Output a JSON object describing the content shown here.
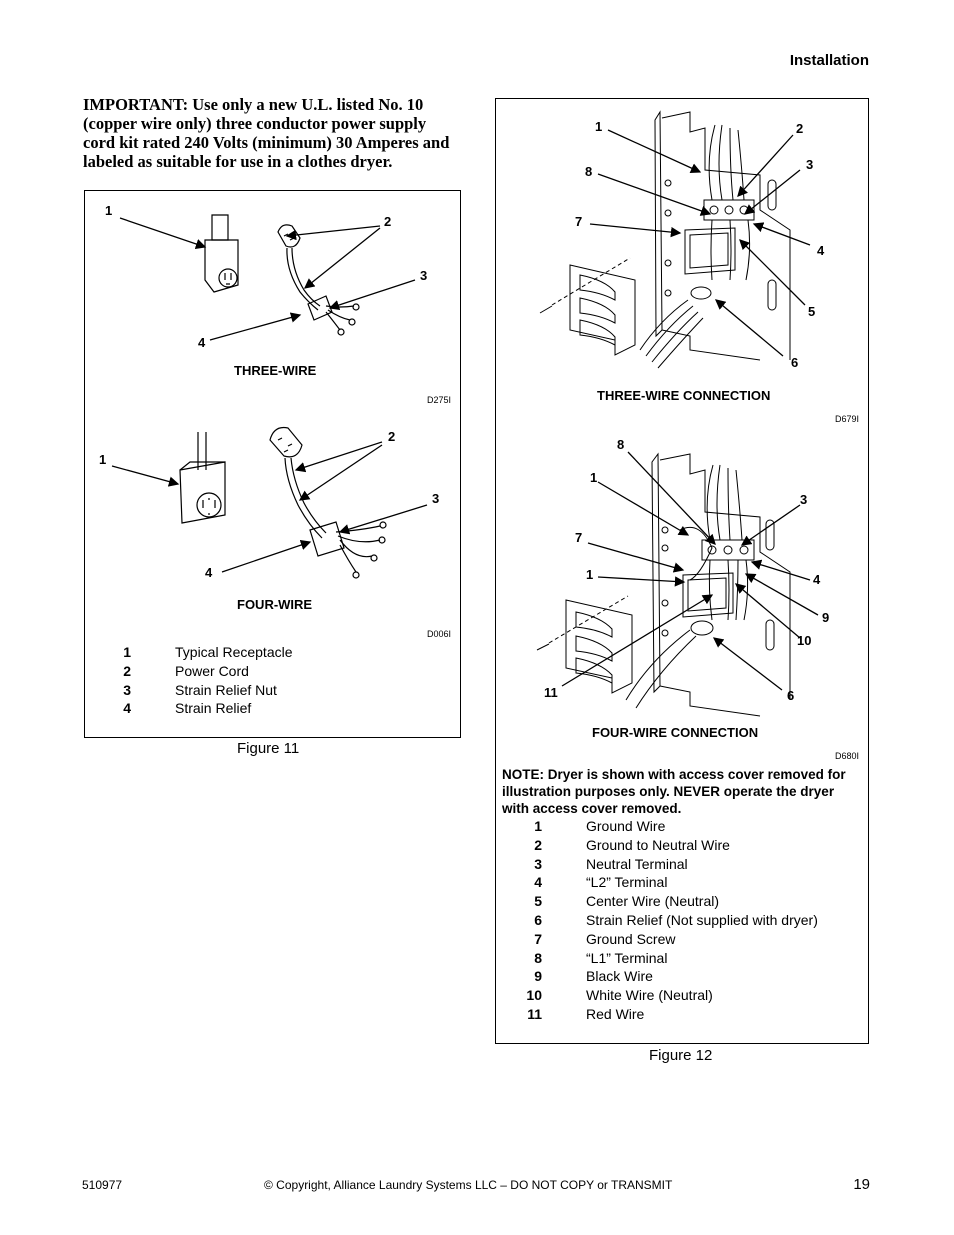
{
  "header": {
    "section": "Installation"
  },
  "important": "IMPORTANT: Use only a new U.L. listed No. 10 (copper wire only) three conductor power supply cord kit rated 240 Volts (minimum) 30 Amperes and labeled as suitable for use in a clothes dryer.",
  "figure11": {
    "three_wire": {
      "caption": "THREE-WIRE",
      "code": "D275I",
      "callouts": [
        "1",
        "2",
        "3",
        "4"
      ]
    },
    "four_wire": {
      "caption": "FOUR-WIRE",
      "code": "D006I",
      "callouts": [
        "1",
        "2",
        "3",
        "4"
      ]
    },
    "legend": [
      {
        "num": "1",
        "text": "Typical Receptacle"
      },
      {
        "num": "2",
        "text": "Power Cord"
      },
      {
        "num": "3",
        "text": "Strain Relief Nut"
      },
      {
        "num": "4",
        "text": "Strain Relief"
      }
    ],
    "caption": "Figure 11"
  },
  "figure12": {
    "three_wire": {
      "caption": "THREE-WIRE CONNECTION",
      "code": "D679I",
      "callouts": [
        "1",
        "2",
        "8",
        "3",
        "7",
        "4",
        "5",
        "6"
      ]
    },
    "four_wire": {
      "caption": "FOUR-WIRE CONNECTION",
      "code": "D680I",
      "callouts": [
        "8",
        "1",
        "3",
        "7",
        "1",
        "4",
        "9",
        "10",
        "11",
        "6"
      ]
    },
    "note": "NOTE: Dryer is shown with access cover removed for illustration purposes only. NEVER operate the dryer with access cover removed.",
    "legend": [
      {
        "num": "1",
        "text": "Ground Wire"
      },
      {
        "num": "2",
        "text": "Ground to Neutral Wire"
      },
      {
        "num": "3",
        "text": "Neutral Terminal"
      },
      {
        "num": "4",
        "text": "“L2” Terminal"
      },
      {
        "num": "5",
        "text": "Center Wire (Neutral)"
      },
      {
        "num": "6",
        "text": "Strain Relief (Not supplied with dryer)"
      },
      {
        "num": "7",
        "text": "Ground Screw"
      },
      {
        "num": "8",
        "text": "“L1” Terminal"
      },
      {
        "num": "9",
        "text": "Black Wire"
      },
      {
        "num": "10",
        "text": "White Wire (Neutral)"
      },
      {
        "num": "11",
        "text": "Red Wire"
      }
    ],
    "caption": "Figure 12"
  },
  "footer": {
    "doc_number": "510977",
    "copyright": "© Copyright, Alliance Laundry Systems LLC – DO NOT COPY or TRANSMIT",
    "page": "19"
  }
}
